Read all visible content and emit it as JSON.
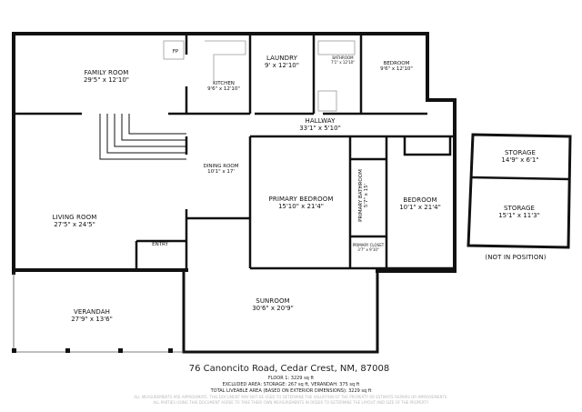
{
  "rooms": {
    "family_room": {
      "name": "FAMILY ROOM",
      "dims": "29'5\" x 12'10\""
    },
    "kitchen": {
      "name": "KITCHEN",
      "dims": "9'6\" x 12'10\""
    },
    "laundry": {
      "name": "LAUNDRY",
      "dims": "9' x 12'10\""
    },
    "bathroom": {
      "name": "BATHROOM",
      "dims": "7'1\" x 12'10\""
    },
    "bedroom_top": {
      "name": "BEDROOM",
      "dims": "9'6\" x 12'10\""
    },
    "hallway": {
      "name": "HALLWAY",
      "dims": "33'1\" x 5'10\""
    },
    "dining_room": {
      "name": "DINING ROOM",
      "dims": "10'1\" x 17'"
    },
    "living_room": {
      "name": "LIVING ROOM",
      "dims": "27'5\" x 24'5\""
    },
    "entry": {
      "name": "ENTRY"
    },
    "primary_bedroom": {
      "name": "PRIMARY BEDROOM",
      "dims": "15'10\" x 21'4\""
    },
    "primary_bathroom": {
      "name": "PRIMARY BATHROOM",
      "dims": "5'7\" x 15'"
    },
    "primary_closet": {
      "name": "PRIMARY CLOSET",
      "dims": "3'7\" x 9'10\""
    },
    "bedroom_right": {
      "name": "BEDROOM",
      "dims": "10'1\" x 21'4\""
    },
    "verandah": {
      "name": "VERANDAH",
      "dims": "27'9\" x 13'6\""
    },
    "sunroom": {
      "name": "SUNROOM",
      "dims": "30'6\" x 20'9\""
    },
    "storage_1": {
      "name": "STORAGE",
      "dims": "14'9\" x 6'1\""
    },
    "storage_2": {
      "name": "STORAGE",
      "dims": "15'1\" x 11'3\""
    }
  },
  "fireplace_label": "FP",
  "not_in_position": "(NOT IN POSITION)",
  "footer": {
    "address": "76 Canoncito Road, Cedar Crest, NM, 87008",
    "floor": "FLOOR 1: 3229 sq ft",
    "excluded": "EXCLUDED AREA: STORAGE: 267 sq ft, VERANDAH: 375 sq ft",
    "total": "TOTAL LIVEABLE AREA (BASED ON EXTERIOR DIMENSIONS): 3229 sq ft",
    "disclaimer1": "ALL MEASUREMENTS ARE APPROXIMATE. THIS DOCUMENT MAY NOT BE USED TO DETERMINE THE VALUATION OF THE PROPERTY OR ESTIMATE REPAIRS OR IMPROVEMENTS.",
    "disclaimer2": "ALL PARTIES USING THIS DOCUMENT AGREE TO TAKE THEIR OWN MEASUREMENTS IN ORDER TO DETERMINE THE LAYOUT AND SIZE OF THE PROPERTY."
  }
}
